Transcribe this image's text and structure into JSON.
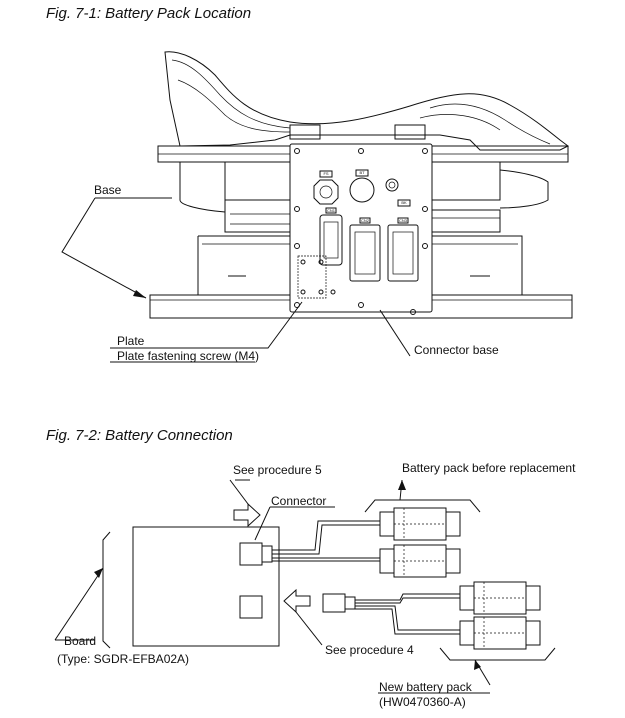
{
  "fig1": {
    "title": "Fig. 7-1: Battery Pack Location",
    "labels": {
      "base": "Base",
      "plate": "Plate",
      "plate_screw": "Plate fastening screw (M4)",
      "connector_base": "Connector base"
    },
    "panel_tags": [
      "FS",
      "BT",
      "CN1",
      "CN2",
      "CN3",
      "BK"
    ]
  },
  "fig2": {
    "title": "Fig. 7-2: Battery Connection",
    "labels": {
      "see_proc5": "See procedure 5",
      "connector": "Connector",
      "pack_before": "Battery pack before replacement",
      "board": "Board",
      "board_type": "(Type: SGDR-EFBA02A)",
      "see_proc4": "See procedure 4",
      "new_pack": "New battery pack",
      "new_pack_part": "(HW0470360-A)"
    }
  }
}
